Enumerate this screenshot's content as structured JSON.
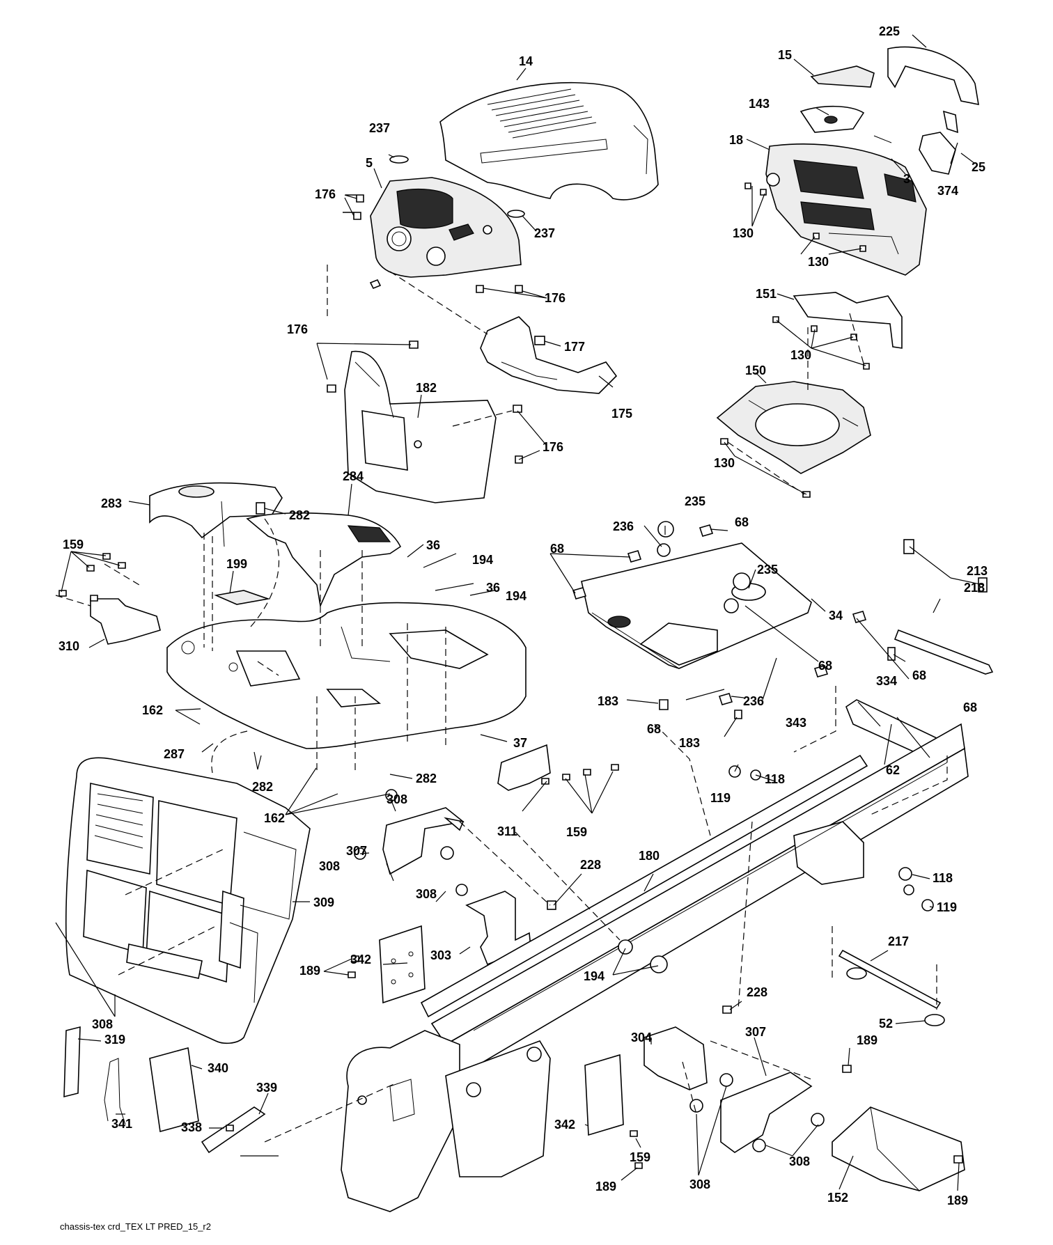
{
  "footer": "chassis-tex crd_TEX LT PRED_15_r2",
  "labels": [
    {
      "id": "L14",
      "text": "14"
    },
    {
      "id": "L237a",
      "text": "237"
    },
    {
      "id": "L5",
      "text": "5"
    },
    {
      "id": "L176a",
      "text": "176"
    },
    {
      "id": "L237b",
      "text": "237"
    },
    {
      "id": "L176b",
      "text": "176"
    },
    {
      "id": "L176c",
      "text": "176"
    },
    {
      "id": "L177",
      "text": "177"
    },
    {
      "id": "L182",
      "text": "182"
    },
    {
      "id": "L175",
      "text": "175"
    },
    {
      "id": "L176d",
      "text": "176"
    },
    {
      "id": "L15",
      "text": "15"
    },
    {
      "id": "L225",
      "text": "225"
    },
    {
      "id": "L143",
      "text": "143"
    },
    {
      "id": "L18",
      "text": "18"
    },
    {
      "id": "L3",
      "text": "3"
    },
    {
      "id": "L25",
      "text": "25"
    },
    {
      "id": "L374",
      "text": "374"
    },
    {
      "id": "L130a",
      "text": "130"
    },
    {
      "id": "L130b",
      "text": "130"
    },
    {
      "id": "L151",
      "text": "151"
    },
    {
      "id": "L130c",
      "text": "130"
    },
    {
      "id": "L150",
      "text": "150"
    },
    {
      "id": "L130d",
      "text": "130"
    },
    {
      "id": "L283",
      "text": "283"
    },
    {
      "id": "L284",
      "text": "284"
    },
    {
      "id": "L282a",
      "text": "282"
    },
    {
      "id": "L159a",
      "text": "159"
    },
    {
      "id": "L199",
      "text": "199"
    },
    {
      "id": "L36a",
      "text": "36"
    },
    {
      "id": "L194a",
      "text": "194"
    },
    {
      "id": "L36b",
      "text": "36"
    },
    {
      "id": "L194b",
      "text": "194"
    },
    {
      "id": "L310",
      "text": "310"
    },
    {
      "id": "L162a",
      "text": "162"
    },
    {
      "id": "L287",
      "text": "287"
    },
    {
      "id": "L37",
      "text": "37"
    },
    {
      "id": "L282b",
      "text": "282"
    },
    {
      "id": "L282c",
      "text": "282"
    },
    {
      "id": "L162b",
      "text": "162"
    },
    {
      "id": "L235a",
      "text": "235"
    },
    {
      "id": "L236a",
      "text": "236"
    },
    {
      "id": "L68a",
      "text": "68"
    },
    {
      "id": "L68b",
      "text": "68"
    },
    {
      "id": "L235b",
      "text": "235"
    },
    {
      "id": "L34",
      "text": "34"
    },
    {
      "id": "L213",
      "text": "213"
    },
    {
      "id": "L218",
      "text": "218"
    },
    {
      "id": "L68c",
      "text": "68"
    },
    {
      "id": "L68d",
      "text": "68"
    },
    {
      "id": "L236b",
      "text": "236"
    },
    {
      "id": "L343",
      "text": "343"
    },
    {
      "id": "L183a",
      "text": "183"
    },
    {
      "id": "L68e",
      "text": "68"
    },
    {
      "id": "L183b",
      "text": "183"
    },
    {
      "id": "L334",
      "text": "334"
    },
    {
      "id": "L68f",
      "text": "68"
    },
    {
      "id": "L62",
      "text": "62"
    },
    {
      "id": "L118a",
      "text": "118"
    },
    {
      "id": "L119a",
      "text": "119"
    },
    {
      "id": "L311",
      "text": "311"
    },
    {
      "id": "L159b",
      "text": "159"
    },
    {
      "id": "L308a",
      "text": "308"
    },
    {
      "id": "L307a",
      "text": "307"
    },
    {
      "id": "L308b",
      "text": "308"
    },
    {
      "id": "L309",
      "text": "309"
    },
    {
      "id": "L180",
      "text": "180"
    },
    {
      "id": "L228a",
      "text": "228"
    },
    {
      "id": "L308c",
      "text": "308"
    },
    {
      "id": "L118b",
      "text": "118"
    },
    {
      "id": "L119b",
      "text": "119"
    },
    {
      "id": "L342a",
      "text": "342"
    },
    {
      "id": "L303",
      "text": "303"
    },
    {
      "id": "L189a",
      "text": "189"
    },
    {
      "id": "L194c",
      "text": "194"
    },
    {
      "id": "L217",
      "text": "217"
    },
    {
      "id": "L228b",
      "text": "228"
    },
    {
      "id": "L52",
      "text": "52"
    },
    {
      "id": "L308d",
      "text": "308"
    },
    {
      "id": "L319",
      "text": "319"
    },
    {
      "id": "L340",
      "text": "340"
    },
    {
      "id": "L341",
      "text": "341"
    },
    {
      "id": "L338",
      "text": "338"
    },
    {
      "id": "L339",
      "text": "339"
    },
    {
      "id": "L304",
      "text": "304"
    },
    {
      "id": "L307b",
      "text": "307"
    },
    {
      "id": "L189b",
      "text": "189"
    },
    {
      "id": "L342b",
      "text": "342"
    },
    {
      "id": "L159c",
      "text": "159"
    },
    {
      "id": "L308e",
      "text": "308"
    },
    {
      "id": "L308f",
      "text": "308"
    },
    {
      "id": "L189c",
      "text": "189"
    },
    {
      "id": "L152",
      "text": "152"
    },
    {
      "id": "L189d",
      "text": "189"
    }
  ]
}
